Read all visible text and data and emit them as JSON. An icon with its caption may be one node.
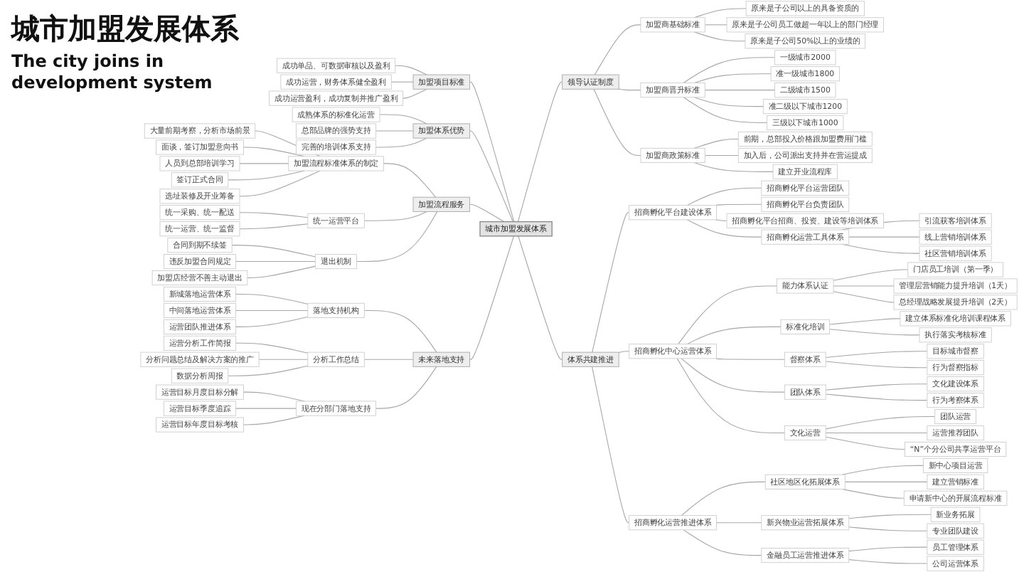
{
  "diagram": {
    "title": "城市加盟发展体系",
    "nodes": [
      {
        "text": [
          "城市加盟发展体系"
        ]
      },
      {
        "text": [
          "领导认证制度"
        ]
      },
      {
        "text": [
          "加盟商基础标准"
        ]
      },
      {
        "text": [
          "原来是子公司以上的具备资质的"
        ]
      },
      {
        "text": [
          "原来是子公司员工做超一年以上的部门经理"
        ]
      },
      {
        "text": [
          "原来是子公司50%以上的业绩的"
        ]
      },
      {
        "text": [
          "加盟商晋升标准"
        ]
      },
      {
        "text": [
          "一级城市2000"
        ]
      },
      {
        "text": [
          "准一级城市1800"
        ]
      },
      {
        "text": [
          "二级城市1500"
        ]
      },
      {
        "text": [
          "准二级以下城市1200"
        ]
      },
      {
        "text": [
          "三级以下城市1000"
        ]
      },
      {
        "text": [
          "加盟商政策标准"
        ]
      },
      {
        "text": [
          "前期，总部投入价格跟加盟费用门槛"
        ]
      },
      {
        "text": [
          "加入后，公司派出支持并在营运提成"
        ]
      },
      {
        "text": [
          "建立开业流程库"
        ]
      },
      {
        "text": [
          "体系共建推进"
        ]
      },
      {
        "text": [
          "招商孵化平台建设体系"
        ]
      },
      {
        "text": [
          "招商孵化平台运营团队"
        ]
      },
      {
        "text": [
          "招商孵化平台负责团队"
        ]
      },
      {
        "text": [
          "招商孵化平台招商、投资、建设等培训体系"
        ]
      },
      {
        "text": [
          "招商孵化运营工具体系"
        ]
      },
      {
        "text": [
          "引流获客培训体系"
        ]
      },
      {
        "text": [
          "线上营销培训体系"
        ]
      },
      {
        "text": [
          "社区营销培训体系"
        ]
      },
      {
        "text": [
          "招商孵化中心运营体系"
        ]
      },
      {
        "text": [
          "能力体系认证"
        ]
      },
      {
        "text": [
          "门店员工培训（第一季）"
        ]
      },
      {
        "text": [
          "管理层营销能力提升培训（1天）"
        ]
      },
      {
        "text": [
          "总经理战略发展提升培训（2天）"
        ]
      },
      {
        "text": [
          "标准化培训"
        ]
      },
      {
        "text": [
          "建立体系标准化培训课程体系"
        ]
      },
      {
        "text": [
          "执行落实考核标准"
        ]
      },
      {
        "text": [
          "督察体系"
        ]
      },
      {
        "text": [
          "目标城市督察"
        ]
      },
      {
        "text": [
          "行为督察指标"
        ]
      },
      {
        "text": [
          "团队体系"
        ]
      },
      {
        "text": [
          "文化建设体系"
        ]
      },
      {
        "text": [
          "行为考察体系"
        ]
      },
      {
        "text": [
          "文化运营"
        ]
      },
      {
        "text": [
          "团队运营"
        ]
      },
      {
        "text": [
          "运营推荐团队"
        ]
      },
      {
        "text": [
          "“N”个分公司共享运营平台"
        ]
      },
      {
        "text": [
          "招商孵化运营推进体系"
        ]
      },
      {
        "text": [
          "社区地区化拓展体系"
        ]
      },
      {
        "text": [
          "新中心项目运营"
        ]
      },
      {
        "text": [
          "建立营销标准"
        ]
      },
      {
        "text": [
          "申请新中心的开展流程标准"
        ]
      },
      {
        "text": [
          "新兴物业运营拓展体系"
        ]
      },
      {
        "text": [
          "新业务拓展"
        ]
      },
      {
        "text": [
          "专业团队建设"
        ]
      },
      {
        "text": [
          "金融员工运营推进体系"
        ]
      },
      {
        "text": [
          "员工管理体系"
        ]
      },
      {
        "text": [
          "公司运营体系"
        ]
      },
      {
        "text": [
          "未来落地支持"
        ]
      },
      {
        "text": [
          "落地支持机构"
        ]
      },
      {
        "text": [
          "新城落地运营体系"
        ]
      },
      {
        "text": [
          "中间落地运营体系"
        ]
      },
      {
        "text": [
          "运营团队推进体系"
        ]
      },
      {
        "text": [
          "分析工作总结"
        ]
      },
      {
        "text": [
          "运营分析工作简报"
        ]
      },
      {
        "text": [
          "分析问题总结及解决方案的推广"
        ]
      },
      {
        "text": [
          "数据分析周报"
        ]
      },
      {
        "text": [
          "现在分部门落地支持"
        ]
      },
      {
        "text": [
          "运营目标月度目标分解"
        ]
      },
      {
        "text": [
          "运营目标季度追踪"
        ]
      },
      {
        "text": [
          "运营目标年度目标考核"
        ]
      },
      {
        "text": [
          "加盟项目标准"
        ]
      },
      {
        "text": [
          "成功单品、可数据审核以及盈利"
        ]
      },
      {
        "text": [
          "成功运营，财务体系健全盈利"
        ]
      },
      {
        "text": [
          "成功运营盈利，成功复制并推广盈利"
        ]
      },
      {
        "text": [
          "加盟体系优势"
        ]
      },
      {
        "text": [
          "成熟体系的标准化运营"
        ]
      },
      {
        "text": [
          "总部品牌的强势支持"
        ]
      },
      {
        "text": [
          "完善的培训体系支持"
        ]
      },
      {
        "text": [
          "加盟流程服务"
        ]
      },
      {
        "text": [
          "加盟流程标准体系的制定"
        ]
      },
      {
        "text": [
          "大量前期考察，分析市场前景"
        ]
      },
      {
        "text": [
          "面谈，签订加盟意向书"
        ]
      },
      {
        "text": [
          "人员到总部培训学习"
        ]
      },
      {
        "text": [
          "签订正式合同"
        ]
      },
      {
        "text": [
          "选址装修及开业筹备"
        ]
      },
      {
        "text": [
          "统一运营平台"
        ]
      },
      {
        "text": [
          "统一采购、统一配送"
        ]
      },
      {
        "text": [
          "统一运营、统一监督"
        ]
      },
      {
        "text": [
          "退出机制"
        ]
      },
      {
        "text": [
          "合同到期不续签"
        ]
      },
      {
        "text": [
          "违反加盟合同规定"
        ]
      },
      {
        "text": [
          "加盟店经营不善主动退出"
        ]
      }
    ],
    "edges": [
      {
        "from": 0,
        "to": 1,
        "arrow": "none"
      },
      {
        "from": 1,
        "to": 2,
        "arrow": "none"
      },
      {
        "from": 2,
        "to": 3,
        "arrow": "none"
      },
      {
        "from": 2,
        "to": 4,
        "arrow": "none"
      },
      {
        "from": 2,
        "to": 5,
        "arrow": "none"
      },
      {
        "from": 1,
        "to": 6,
        "arrow": "none"
      },
      {
        "from": 6,
        "to": 7,
        "arrow": "none"
      },
      {
        "from": 6,
        "to": 8,
        "arrow": "none"
      },
      {
        "from": 6,
        "to": 9,
        "arrow": "none"
      },
      {
        "from": 6,
        "to": 10,
        "arrow": "none"
      },
      {
        "from": 6,
        "to": 11,
        "arrow": "none"
      },
      {
        "from": 1,
        "to": 12,
        "arrow": "none"
      },
      {
        "from": 12,
        "to": 13,
        "arrow": "none"
      },
      {
        "from": 12,
        "to": 14,
        "arrow": "none"
      },
      {
        "from": 12,
        "to": 15,
        "arrow": "none"
      },
      {
        "from": 0,
        "to": 16,
        "arrow": "none"
      },
      {
        "from": 16,
        "to": 17,
        "arrow": "none"
      },
      {
        "from": 17,
        "to": 18,
        "arrow": "none"
      },
      {
        "from": 17,
        "to": 19,
        "arrow": "none"
      },
      {
        "from": 17,
        "to": 20,
        "arrow": "none"
      },
      {
        "from": 17,
        "to": 21,
        "arrow": "none"
      },
      {
        "from": 21,
        "to": 22,
        "arrow": "none"
      },
      {
        "from": 21,
        "to": 23,
        "arrow": "none"
      },
      {
        "from": 21,
        "to": 24,
        "arrow": "none"
      },
      {
        "from": 16,
        "to": 25,
        "arrow": "none"
      },
      {
        "from": 25,
        "to": 26,
        "arrow": "none"
      },
      {
        "from": 26,
        "to": 27,
        "arrow": "none"
      },
      {
        "from": 26,
        "to": 28,
        "arrow": "none"
      },
      {
        "from": 26,
        "to": 29,
        "arrow": "none"
      },
      {
        "from": 25,
        "to": 30,
        "arrow": "none"
      },
      {
        "from": 30,
        "to": 31,
        "arrow": "none"
      },
      {
        "from": 30,
        "to": 32,
        "arrow": "none"
      },
      {
        "from": 25,
        "to": 33,
        "arrow": "none"
      },
      {
        "from": 33,
        "to": 34,
        "arrow": "none"
      },
      {
        "from": 33,
        "to": 35,
        "arrow": "none"
      },
      {
        "from": 25,
        "to": 36,
        "arrow": "none"
      },
      {
        "from": 36,
        "to": 37,
        "arrow": "none"
      },
      {
        "from": 36,
        "to": 38,
        "arrow": "none"
      },
      {
        "from": 25,
        "to": 39,
        "arrow": "none"
      },
      {
        "from": 39,
        "to": 40,
        "arrow": "none"
      },
      {
        "from": 39,
        "to": 41,
        "arrow": "none"
      },
      {
        "from": 39,
        "to": 42,
        "arrow": "none"
      },
      {
        "from": 16,
        "to": 43,
        "arrow": "none"
      },
      {
        "from": 43,
        "to": 44,
        "arrow": "none"
      },
      {
        "from": 44,
        "to": 45,
        "arrow": "none"
      },
      {
        "from": 44,
        "to": 46,
        "arrow": "none"
      },
      {
        "from": 44,
        "to": 47,
        "arrow": "none"
      },
      {
        "from": 43,
        "to": 48,
        "arrow": "none"
      },
      {
        "from": 48,
        "to": 49,
        "arrow": "none"
      },
      {
        "from": 48,
        "to": 50,
        "arrow": "none"
      },
      {
        "from": 43,
        "to": 51,
        "arrow": "none"
      },
      {
        "from": 51,
        "to": 52,
        "arrow": "none"
      },
      {
        "from": 51,
        "to": 53,
        "arrow": "none"
      },
      {
        "from": 67,
        "to": 0,
        "arrow": "none"
      },
      {
        "from": 68,
        "to": 67,
        "arrow": "none"
      },
      {
        "from": 69,
        "to": 67,
        "arrow": "none"
      },
      {
        "from": 70,
        "to": 67,
        "arrow": "none"
      },
      {
        "from": 71,
        "to": 0,
        "arrow": "none"
      },
      {
        "from": 72,
        "to": 71,
        "arrow": "none"
      },
      {
        "from": 73,
        "to": 71,
        "arrow": "none"
      },
      {
        "from": 74,
        "to": 71,
        "arrow": "none"
      },
      {
        "from": 75,
        "to": 0,
        "arrow": "none"
      },
      {
        "from": 76,
        "to": 75,
        "arrow": "none"
      },
      {
        "from": 77,
        "to": 76,
        "arrow": "none"
      },
      {
        "from": 78,
        "to": 76,
        "arrow": "none"
      },
      {
        "from": 79,
        "to": 76,
        "arrow": "none"
      },
      {
        "from": 80,
        "to": 76,
        "arrow": "none"
      },
      {
        "from": 81,
        "to": 76,
        "arrow": "none"
      },
      {
        "from": 82,
        "to": 75,
        "arrow": "none"
      },
      {
        "from": 83,
        "to": 82,
        "arrow": "none"
      },
      {
        "from": 84,
        "to": 82,
        "arrow": "none"
      },
      {
        "from": 85,
        "to": 75,
        "arrow": "none"
      },
      {
        "from": 86,
        "to": 85,
        "arrow": "none"
      },
      {
        "from": 87,
        "to": 85,
        "arrow": "none"
      },
      {
        "from": 88,
        "to": 85,
        "arrow": "none"
      },
      {
        "from": 54,
        "to": 0,
        "arrow": "none"
      },
      {
        "from": 55,
        "to": 54,
        "arrow": "none"
      },
      {
        "from": 56,
        "to": 55,
        "arrow": "none"
      },
      {
        "from": 57,
        "to": 55,
        "arrow": "none"
      },
      {
        "from": 58,
        "to": 55,
        "arrow": "none"
      },
      {
        "from": 59,
        "to": 54,
        "arrow": "none"
      },
      {
        "from": 60,
        "to": 59,
        "arrow": "none"
      },
      {
        "from": 61,
        "to": 59,
        "arrow": "none"
      },
      {
        "from": 62,
        "to": 59,
        "arrow": "none"
      },
      {
        "from": 63,
        "to": 54,
        "arrow": "none"
      },
      {
        "from": 64,
        "to": 63,
        "arrow": "none"
      },
      {
        "from": 65,
        "to": 63,
        "arrow": "none"
      },
      {
        "from": 66,
        "to": 63,
        "arrow": "none"
      }
    ],
    "labels": [
      "The city joins in development system"
    ]
  }
}
